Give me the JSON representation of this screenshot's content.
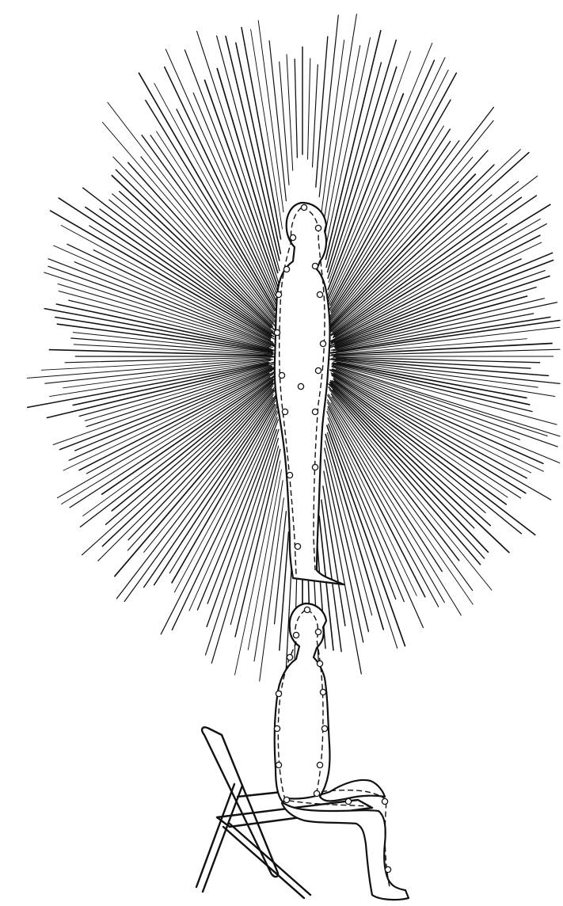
{
  "illustration": {
    "subject": "",
    "colors": {
      "ink": "#111111",
      "paper": "#ffffff"
    },
    "radiance": {
      "ray_count": 240
    },
    "standing_figure": {
      "points_count": 17
    },
    "seated_figure": {
      "points_count": 16
    }
  }
}
